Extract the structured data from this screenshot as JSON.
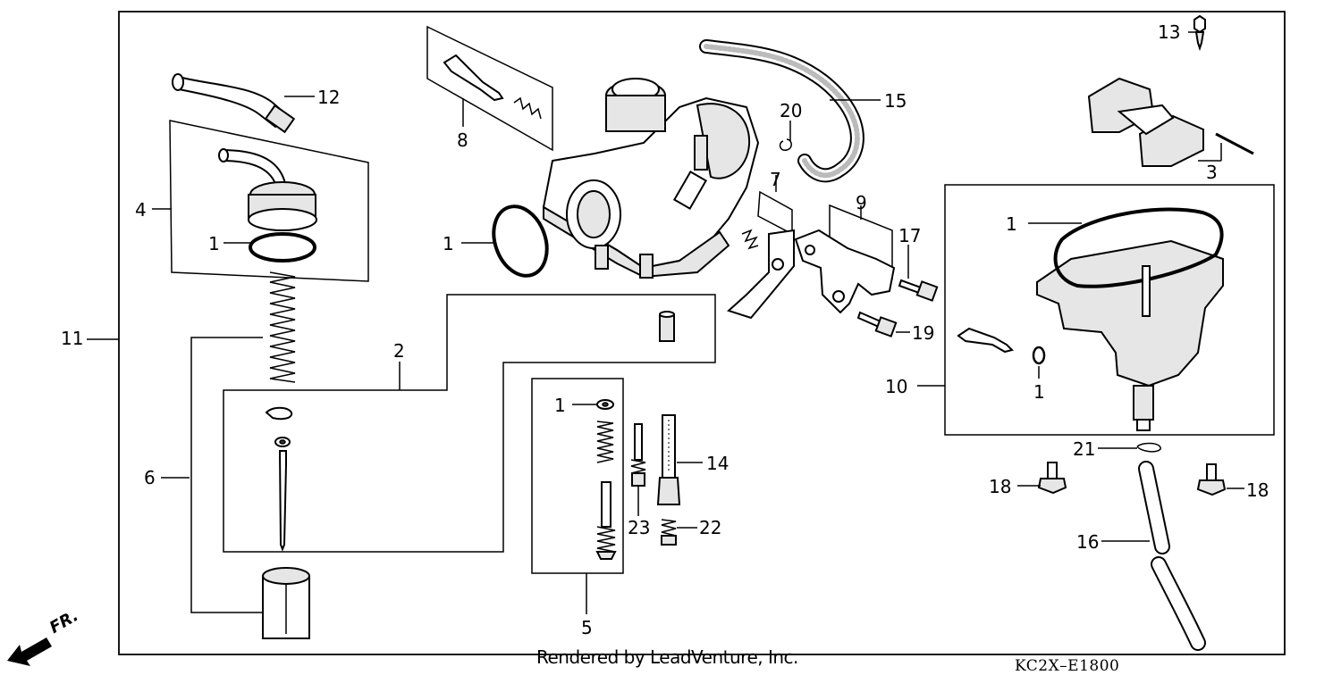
{
  "callouts": {
    "c1a": "1",
    "c1b": "1",
    "c1c": "1",
    "c1d": "1",
    "c1e": "1",
    "c2": "2",
    "c3": "3",
    "c4": "4",
    "c5": "5",
    "c6": "6",
    "c7": "7",
    "c8": "8",
    "c9": "9",
    "c10": "10",
    "c11": "11",
    "c12": "12",
    "c13": "13",
    "c14": "14",
    "c15": "15",
    "c16": "16",
    "c17": "17",
    "c18a": "18",
    "c18b": "18",
    "c19": "19",
    "c20": "20",
    "c21": "21",
    "c22": "22",
    "c23": "23"
  },
  "direction_indicator": "FR.",
  "footer": {
    "credit": "Rendered by LeadVenture, Inc.",
    "diagram_code": "KC2X–E1800"
  }
}
